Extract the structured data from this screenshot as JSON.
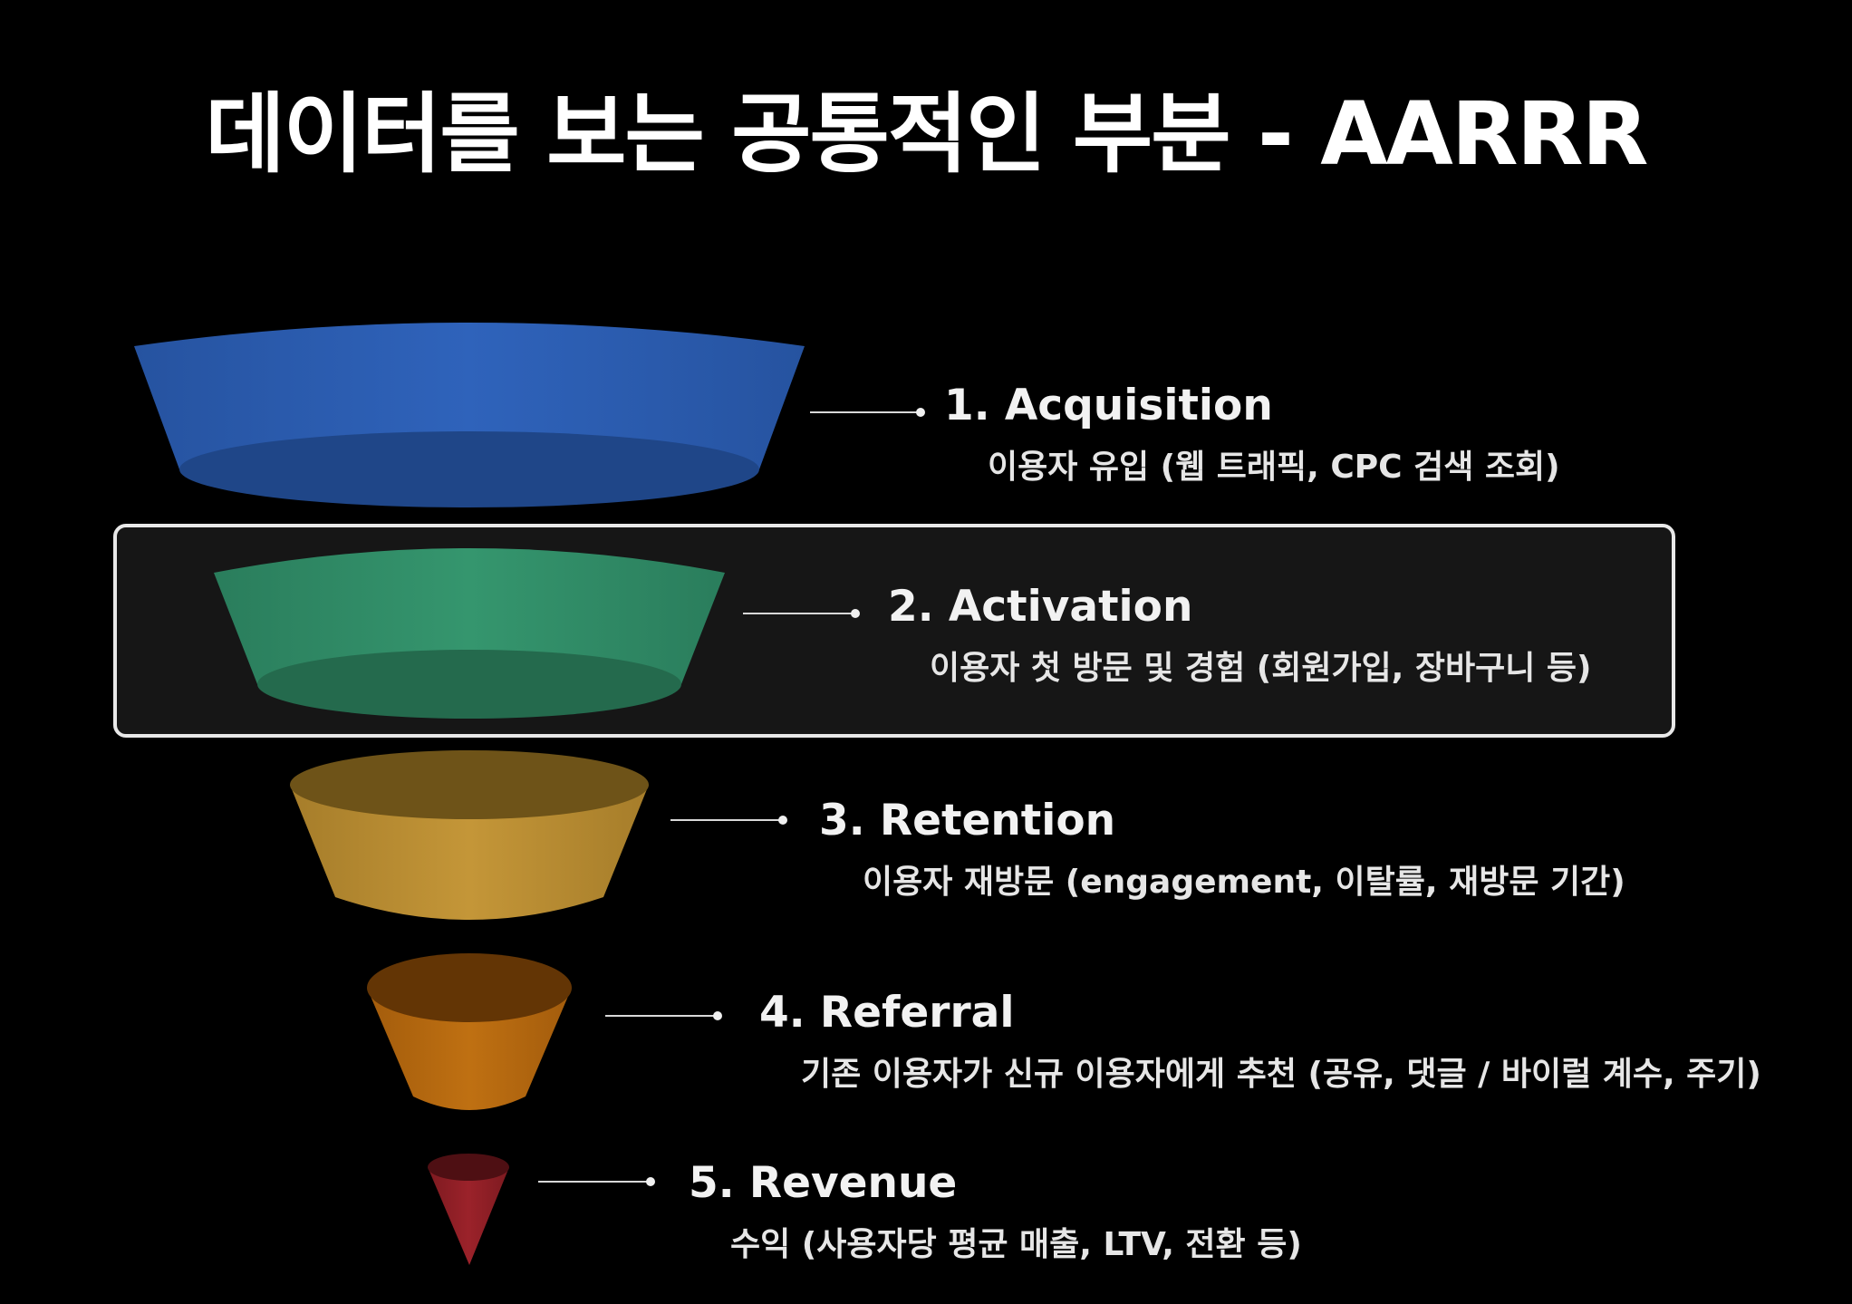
{
  "title": "데이터를 보는 공통적인 부분 - AARRR",
  "stages": [
    {
      "label": "1. Acquisition",
      "description": "이용자 유입 (웹 트래픽, CPC 검색 조회)",
      "color": "#2a5db0",
      "inner_color": "#1e4a8f"
    },
    {
      "label": "2. Activation",
      "description": "이용자 첫 방문 및 경험 (회원가입, 장바구니 등)",
      "color": "#2f8a65",
      "inner_color": "#236b4e",
      "highlighted": true
    },
    {
      "label": "3. Retention",
      "description": "이용자 재방문 (engagement, 이탈률, 재방문 기간)",
      "color": "#b58a30",
      "inner_color": "#7a5c1f"
    },
    {
      "label": "4. Referral",
      "description": "기존 이용자가 신규 이용자에게 추천 (공유, 댓글 / 바이럴 계수, 주기)",
      "color": "#b0650f",
      "inner_color": "#6e3a06"
    },
    {
      "label": "5. Revenue",
      "description": "수익 (사용자당 평균 매출, LTV, 전환 등)",
      "color": "#8e1e25",
      "inner_color": "#5a1216"
    }
  ]
}
